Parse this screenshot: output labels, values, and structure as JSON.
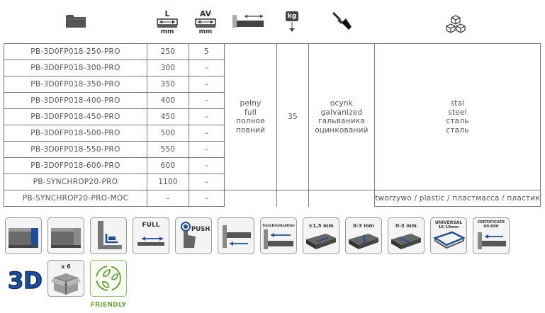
{
  "header": {
    "icons": [
      "folder-icon",
      "length-icon",
      "av-icon",
      "extension-icon",
      "weight-icon",
      "finish-brush-icon",
      "material-cubes-icon"
    ],
    "length_top": "L",
    "length_unit": "mm",
    "av_top": "AV",
    "av_unit": "mm",
    "weight_label": "kg"
  },
  "table": {
    "rows": [
      {
        "code": "PB-3D0FP018-250-PRO",
        "l": "250",
        "av": "5"
      },
      {
        "code": "PB-3D0FP018-300-PRO",
        "l": "300",
        "av": "–"
      },
      {
        "code": "PB-3D0FP018-350-PRO",
        "l": "350",
        "av": "–"
      },
      {
        "code": "PB-3D0FP018-400-PRO",
        "l": "400",
        "av": "–"
      },
      {
        "code": "PB-3D0FP018-450-PRO",
        "l": "450",
        "av": "–"
      },
      {
        "code": "PB-3D0FP018-500-PRO",
        "l": "500",
        "av": "–"
      },
      {
        "code": "PB-3D0FP018-550-PRO",
        "l": "550",
        "av": "–"
      },
      {
        "code": "PB-3D0FP018-600-PRO",
        "l": "600",
        "av": "–"
      },
      {
        "code": "PB-SYNCHROP20-PRO",
        "l": "1100",
        "av": "–"
      },
      {
        "code": "PB-SYNCHROP20-PRO-MOC",
        "l": "–",
        "av": "–"
      }
    ],
    "extension": [
      "pełny",
      "full",
      "полное",
      "повний"
    ],
    "load": "35",
    "finish": [
      "ocynk",
      "galvanized",
      "гальваника",
      "оцинкований"
    ],
    "material": [
      "stal",
      "steel",
      "сталь",
      "сталь"
    ],
    "material_last": "tworzywo / plastic / пластмасса / пластик"
  },
  "features": {
    "full_label": "FULL",
    "push_label": "PUSH",
    "sync_label": "Synchronization",
    "adj1_label": "±1,5 mm",
    "adj2_label": "0-3 mm",
    "adj3_label": "0-3 mm",
    "universal_label": "UNIVERSAL",
    "universal_sub": "16-19mm",
    "certificate_label": "CERTIFICATE",
    "certificate_sub": "60.000",
    "pack_label": "x 6",
    "threed_label": "3D",
    "friendly_label": "FRIENDLY"
  },
  "colors": {
    "accent_blue": "#1c4f9c",
    "grey_dark": "#555555",
    "eco_green": "#6aa63a",
    "border": "#7a7a7a"
  }
}
